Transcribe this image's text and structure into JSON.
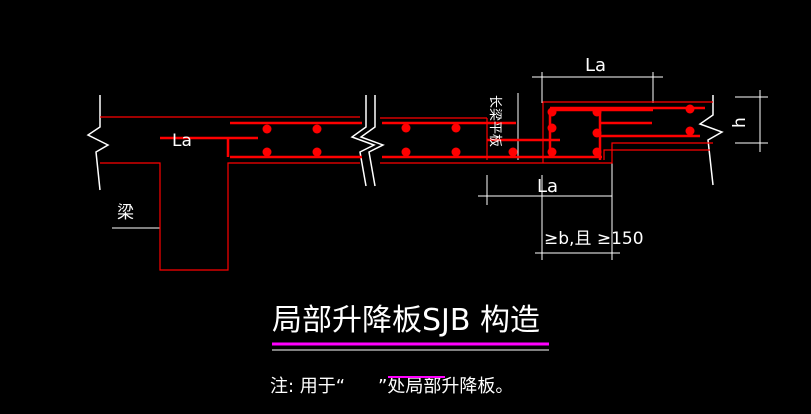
{
  "drawing": {
    "title": "局部升降板SJB 构造",
    "note_prefix": "注: 用于“",
    "note_suffix": "”处局部升降板。",
    "labels": {
      "la_left": "La",
      "la_top": "La",
      "la_bottom": "La",
      "beam": "梁",
      "dim_geq": "≥b,且 ≥150",
      "h": "h",
      "side_text": "长梁平板"
    },
    "colors": {
      "background": "#000000",
      "rebar_line": "#ff0000",
      "rebar_dot": "#ff0000",
      "outline": "#ffffff",
      "underline": "#ff00ff"
    }
  }
}
